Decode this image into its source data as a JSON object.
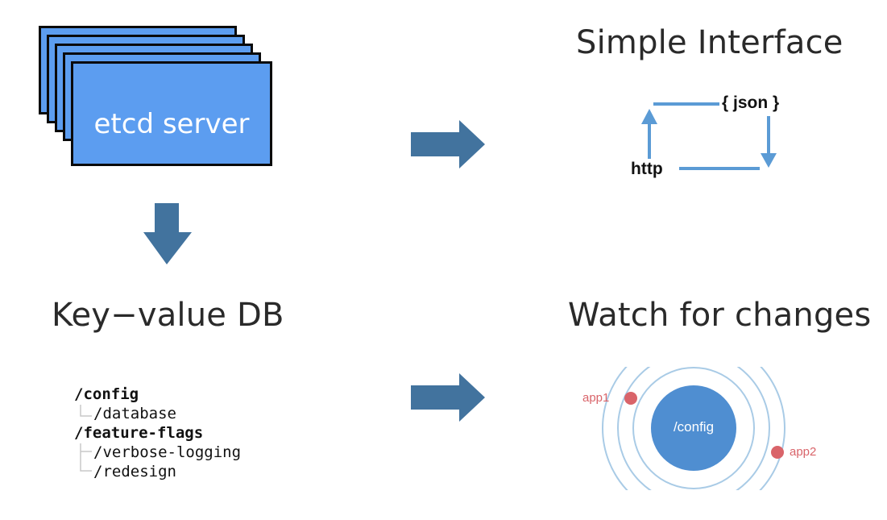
{
  "etcd_stack": {
    "label": "etcd server",
    "card_color": "#5c9df0",
    "border_color": "#0a0a0a"
  },
  "headings": {
    "simple_interface": "Simple Interface",
    "key_value": "Key−value DB",
    "watch": "Watch for changes"
  },
  "interface_diagram": {
    "json_label": "{ json }",
    "http_label": "http",
    "line_color": "#5b9bd5"
  },
  "key_tree": [
    {
      "path": "/config",
      "bold": true,
      "indent": 0
    },
    {
      "path": "/database",
      "bold": false,
      "indent": 1
    },
    {
      "path": "/feature-flags",
      "bold": true,
      "indent": 0
    },
    {
      "path": "/verbose-logging",
      "bold": false,
      "indent": 1
    },
    {
      "path": "/redesign",
      "bold": false,
      "indent": 1
    }
  ],
  "watch_diagram": {
    "center_label": "/config",
    "app1": "app1",
    "app2": "app2",
    "center_color": "#4f8ed1",
    "ring_color": "#a9cbe6",
    "node_color": "#d9646a"
  },
  "arrow_color": "#42739e"
}
